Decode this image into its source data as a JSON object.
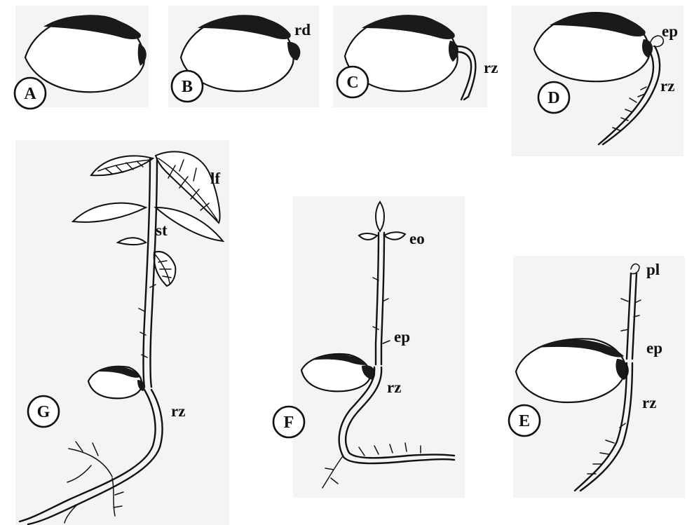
{
  "stages": {
    "a": "A",
    "b": "B",
    "c": "C",
    "d": "D",
    "e": "E",
    "f": "F",
    "g": "G"
  },
  "labels": {
    "b_rd": "rd",
    "c_rz": "rz",
    "d_ep": "ep",
    "d_rz": "rz",
    "e_pl": "pl",
    "e_ep": "ep",
    "e_rz": "rz",
    "f_eo": "eo",
    "f_ep": "ep",
    "f_rz": "rz",
    "g_lf": "lf",
    "g_st": "st",
    "g_rz": "rz"
  }
}
